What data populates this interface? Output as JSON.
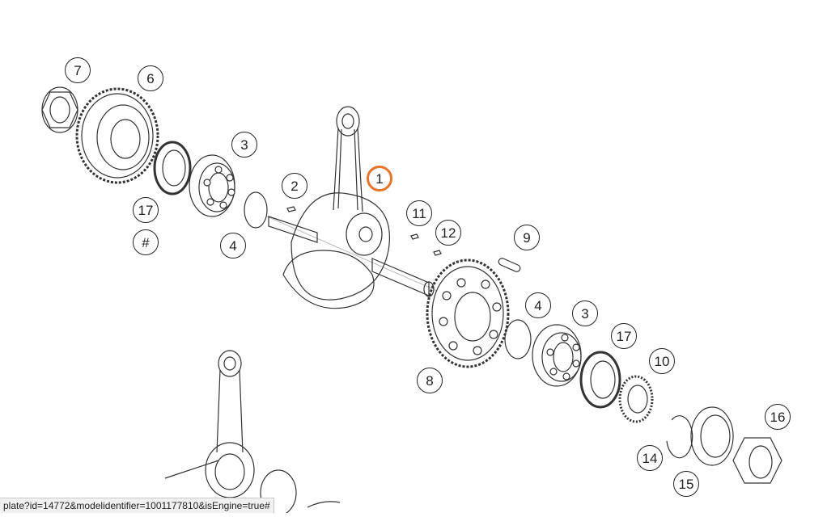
{
  "callouts": [
    "7",
    "6",
    "3",
    "2",
    "1",
    "17",
    "#",
    "4",
    "11",
    "12",
    "9",
    "4",
    "3",
    "17",
    "10",
    "8",
    "14",
    "15",
    "16"
  ],
  "selected_callout": "1",
  "status_bar": {
    "url": "plate?id=14772&modelidentifier=1001177810&isEngine=true#"
  },
  "colors": {
    "line": "#333333",
    "highlight": "#e8742a"
  }
}
